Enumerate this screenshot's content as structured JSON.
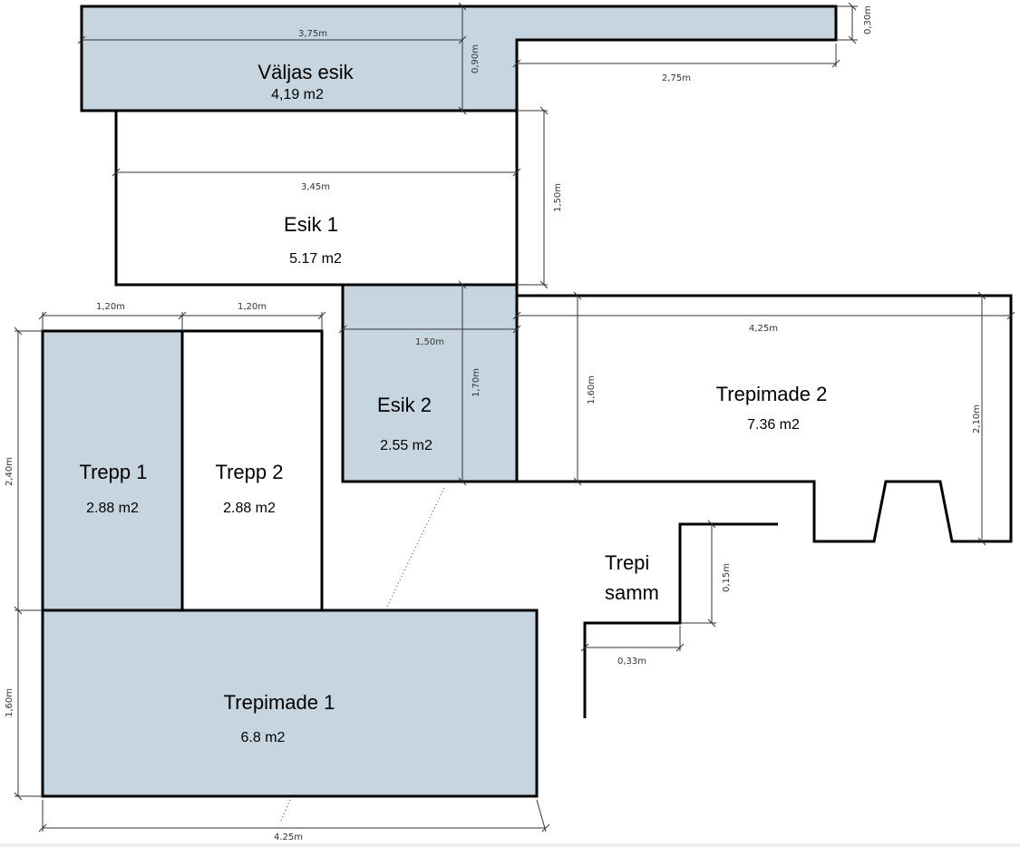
{
  "colors": {
    "room_fill": "#c6d5e0",
    "line": "#000000"
  },
  "rooms": {
    "valjas_esik": {
      "name": "Väljas esik",
      "area": "4,19 m2"
    },
    "esik1": {
      "name": "Esik 1",
      "area": "5.17 m2"
    },
    "esik2": {
      "name": "Esik 2",
      "area": "2.55 m2"
    },
    "trepimade2": {
      "name": "Trepimade 2",
      "area": "7.36 m2"
    },
    "trepp1": {
      "name": "Trepp 1",
      "area": "2.88 m2"
    },
    "trepp2": {
      "name": "Trepp 2",
      "area": "2.88 m2"
    },
    "trepimade1": {
      "name": "Trepimade 1",
      "area": "6.8 m2"
    },
    "trepi_samm": {
      "line1": "Trepi",
      "line2": "samm"
    }
  },
  "dimensions": {
    "valjas_width": "3,75m",
    "valjas_depth": "0,90m",
    "strip_depth": "0,30m",
    "strip_width": "2,75m",
    "esik1_width": "3,45m",
    "esik1_depth": "1,50m",
    "trepp1_width": "1,20m",
    "trepp2_width": "1,20m",
    "esik2_width": "1,50m",
    "esik2_depth": "1,70m",
    "trepimade2_width": "4,25m",
    "trepimade2_depth_left": "1,60m",
    "trepimade2_depth_right": "2,10m",
    "trepp_height": "2,40m",
    "trepimade1_depth": "1,60m",
    "trepimade1_width": "4.25m",
    "step_rise": "0,15m",
    "step_run": "0,33m"
  }
}
